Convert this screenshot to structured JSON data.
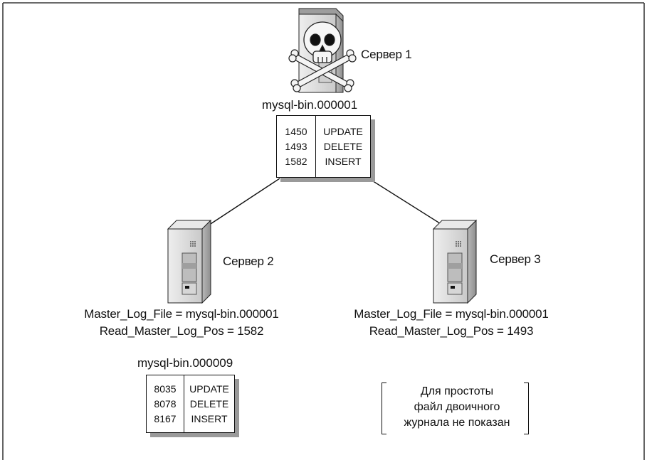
{
  "server1": {
    "label": "Сервер 1",
    "binlog_name": "mysql-bin.000001",
    "events": [
      {
        "pos": "1450",
        "op": "UPDATE"
      },
      {
        "pos": "1493",
        "op": "DELETE"
      },
      {
        "pos": "1582",
        "op": "INSERT"
      }
    ],
    "icon": "server-with-skull-icon"
  },
  "server2": {
    "label": "Сервер 2",
    "master_log_file": "Master_Log_File  = mysql-bin.000001",
    "read_master_log_pos": "Read_Master_Log_Pos = 1582",
    "binlog_name": "mysql-bin.000009",
    "events": [
      {
        "pos": "8035",
        "op": "UPDATE"
      },
      {
        "pos": "8078",
        "op": "DELETE"
      },
      {
        "pos": "8167",
        "op": "INSERT"
      }
    ],
    "icon": "server-icon"
  },
  "server3": {
    "label": "Сервер 3",
    "master_log_file": "Master_Log_File  = mysql-bin.000001",
    "read_master_log_pos": "Read_Master_Log_Pos = 1493",
    "icon": "server-icon"
  },
  "note": {
    "line1": "Для простоты",
    "line2": "файл двоичного",
    "line3": "журнала не показан"
  },
  "colors": {
    "stroke": "#111111",
    "server_body": "#d4d4d4",
    "server_side": "#a8a8a8",
    "shadow": "#9a9a9a"
  }
}
